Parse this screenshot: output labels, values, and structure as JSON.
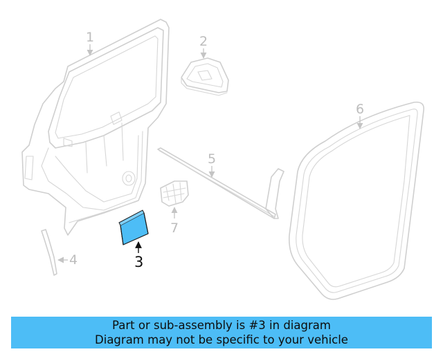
{
  "diagram": {
    "callouts": {
      "c1": "1",
      "c2": "2",
      "c3": "3",
      "c4": "4",
      "c5": "5",
      "c6": "6",
      "c7": "7"
    },
    "highlighted_part": "3",
    "highlight_color": "#4dbdf6",
    "line_color": "#cfcfcf"
  },
  "banner": {
    "line1": "Part or sub-assembly is #3 in diagram",
    "line2": "Diagram may not be specific to your vehicle",
    "background": "#4dbdf6"
  }
}
